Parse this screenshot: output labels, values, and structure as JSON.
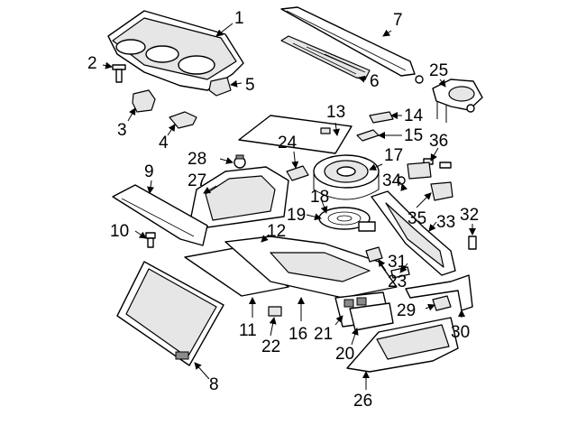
{
  "diagram": {
    "callouts": [
      "1",
      "2",
      "3",
      "4",
      "5",
      "6",
      "7",
      "8",
      "9",
      "10",
      "11",
      "12",
      "13",
      "14",
      "15",
      "16",
      "17",
      "18",
      "19",
      "20",
      "21",
      "22",
      "23",
      "24",
      "25",
      "26",
      "27",
      "28",
      "29",
      "30",
      "31",
      "32",
      "33",
      "34",
      "35",
      "36"
    ]
  }
}
